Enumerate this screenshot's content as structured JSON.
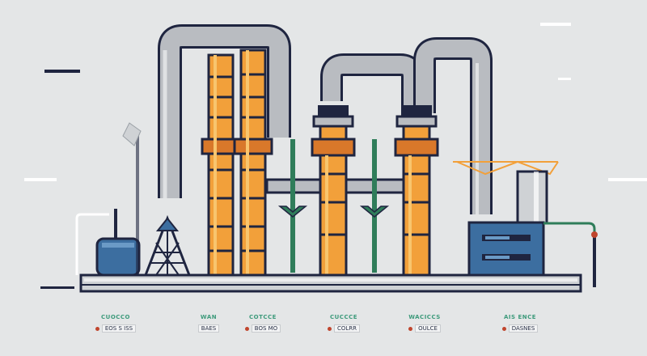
{
  "colors": {
    "background": "#e4e6e7",
    "tower_orange": "#f2a03a",
    "tower_dark": "#d9782a",
    "outline_navy": "#1f2540",
    "pipe_gray": "#b9bcc1",
    "machine_blue": "#3c6ea0",
    "valve_green": "#2f7d5a",
    "accent_red": "#c0452d"
  },
  "icons": [
    "factory-tower",
    "pipe",
    "valve",
    "transformer",
    "control-cabinet"
  ],
  "labels": [
    {
      "top": "CUOCCO",
      "bottom": "EOS S ISS"
    },
    {
      "top": "WAN",
      "bottom": "BAES"
    },
    {
      "top": "COTCCE",
      "bottom": "BOS MO"
    },
    {
      "top": "CUCCCE",
      "bottom": "COLRR"
    },
    {
      "top": "WACICCS",
      "bottom": "OULCE"
    },
    {
      "top": "AIS ENCE",
      "bottom": "DASNES"
    }
  ]
}
